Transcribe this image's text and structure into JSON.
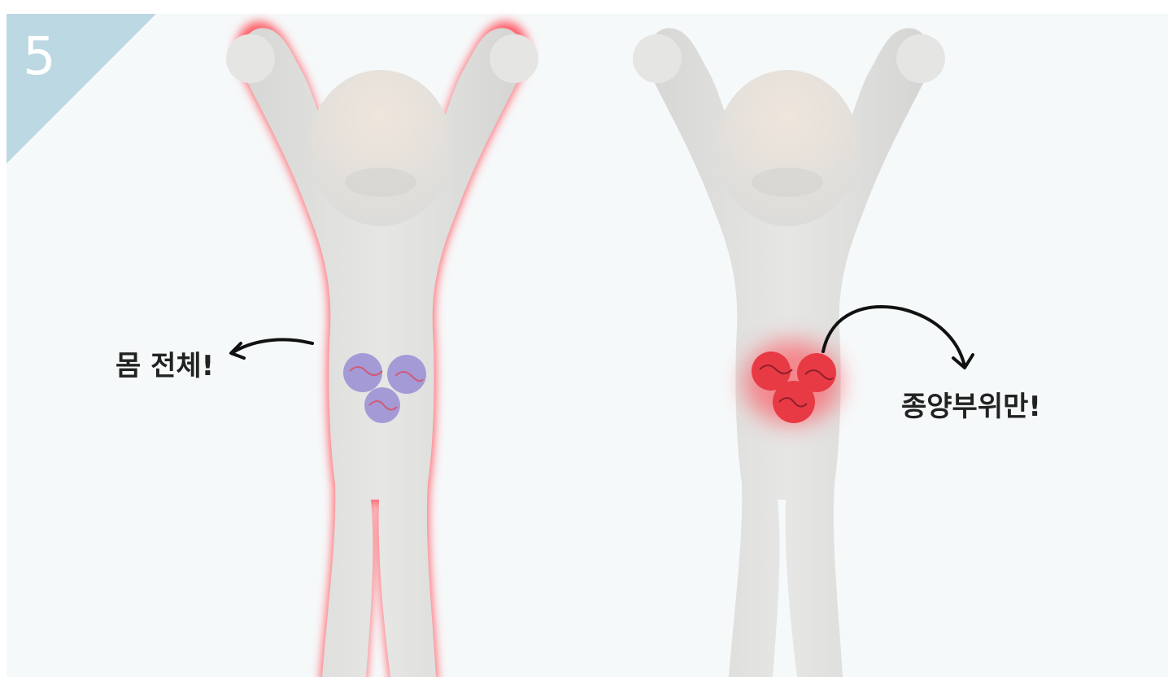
{
  "step_number": "5",
  "colors": {
    "badge": "#bcd8e3",
    "background": "#f6f9fa",
    "figure": "#e3e3e1",
    "glow": "#ff5a64",
    "tumor_cold": "#a49ad6",
    "tumor_hot": "#e83a44"
  },
  "left_figure": {
    "label": "몸 전체!"
  },
  "right_figure": {
    "label": "종양부위만!"
  }
}
